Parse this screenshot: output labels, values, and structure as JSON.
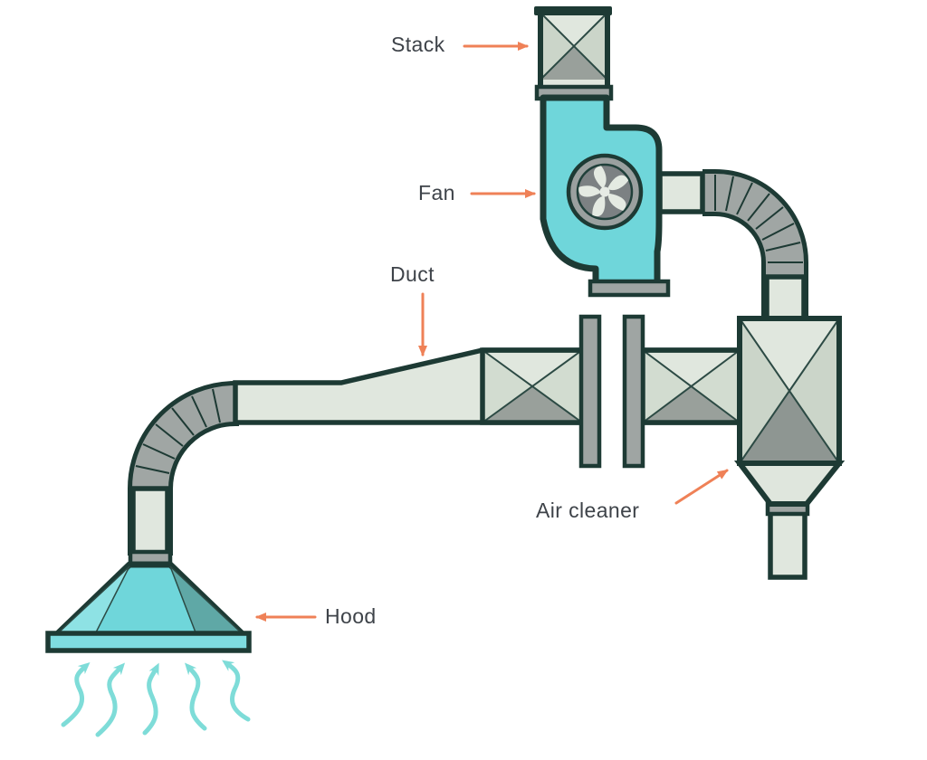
{
  "labels": {
    "stack": "Stack",
    "fan": "Fan",
    "duct": "Duct",
    "air_cleaner": "Air cleaner",
    "hood": "Hood"
  },
  "colors": {
    "outline": "#1d3a34",
    "housing_cyan": "#6fd6da",
    "hood_panel_light": "#8ee2e4",
    "hood_panel_dark": "#5fa8a6",
    "duct_light": "#e0e7de",
    "duct_shade": "#d2dcd0",
    "metal_gray": "#9fa5a3",
    "triangle_shade_gray": "#99a09b",
    "label_text": "#3e4349",
    "pointer_orange": "#ef8157",
    "airflow_cyan": "#7edcd8"
  },
  "airflow": {
    "arrow_count": 5,
    "direction": "upward into hood"
  }
}
